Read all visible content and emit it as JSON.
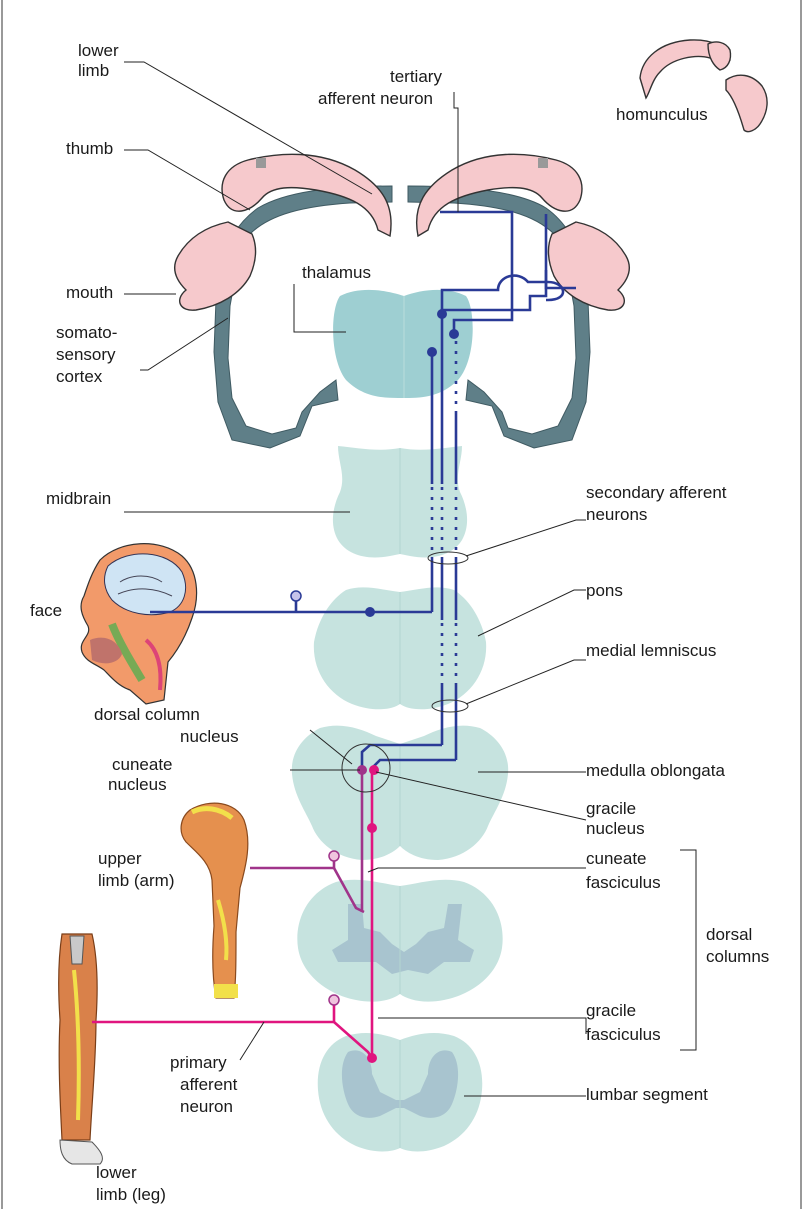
{
  "labels": {
    "lower_limb_top": [
      "lower",
      "limb"
    ],
    "tertiary": [
      "tertiary",
      "afferent neuron"
    ],
    "homunculus": "homunculus",
    "thumb": "thumb",
    "mouth": "mouth",
    "thalamus": "thalamus",
    "somatosensory": [
      "somato-",
      "sensory",
      "cortex"
    ],
    "midbrain": "midbrain",
    "secondary": [
      "secondary afferent",
      "neurons"
    ],
    "face": "face",
    "pons": "pons",
    "medial_lemniscus": "medial lemniscus",
    "dorsal_column_nucleus": [
      "dorsal column",
      "nucleus"
    ],
    "cuneate_nucleus": [
      "cuneate",
      "nucleus"
    ],
    "medulla": "medulla oblongata",
    "gracile_nucleus": [
      "gracile",
      "nucleus"
    ],
    "upper_limb": [
      "upper",
      "limb (arm)"
    ],
    "cuneate_fasciculus": [
      "cuneate",
      "fasciculus"
    ],
    "dorsal_columns": [
      "dorsal",
      "columns"
    ],
    "gracile_fasciculus": [
      "gracile",
      "fasciculus"
    ],
    "primary": [
      "primary",
      "afferent",
      "neuron"
    ],
    "lumbar": "lumbar segment",
    "lower_limb_leg": [
      "lower",
      "limb (leg)"
    ]
  },
  "colors": {
    "secondary_pathway": "#2a3a96",
    "primary_pathway": "#e0157f",
    "cuneate_pathway": "#a0348a",
    "cortex": "#5f7f88",
    "homunculus": "#f6c9cc",
    "neural_tissue": "#c6e3df",
    "thalamus": "#9ecfd2",
    "grey_matter": "#a8c4cf"
  }
}
